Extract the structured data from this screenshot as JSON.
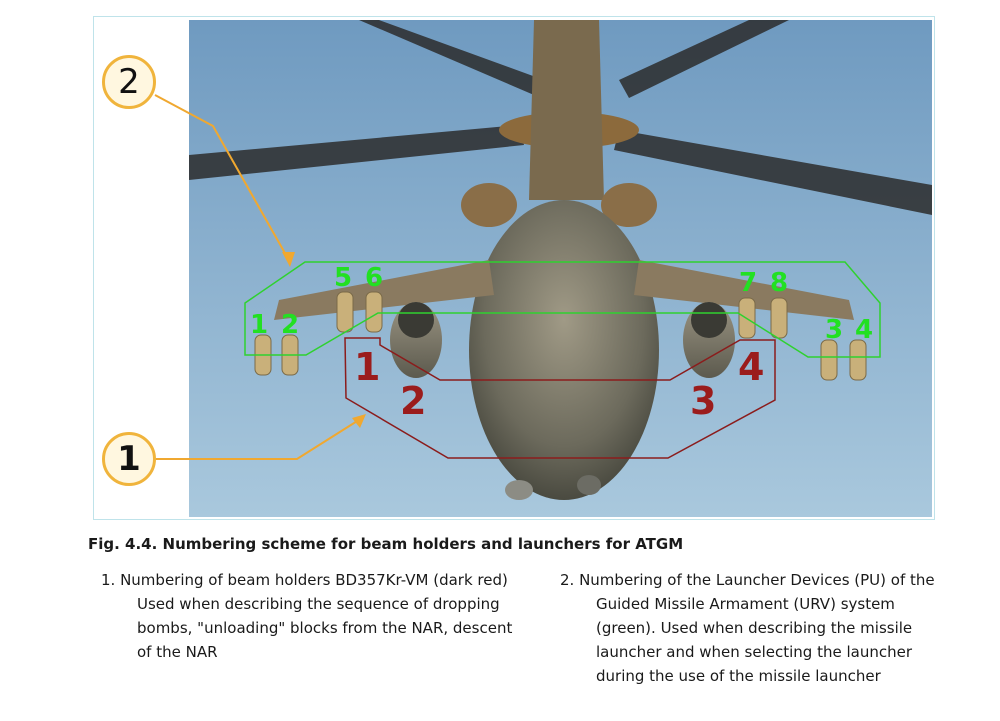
{
  "figure": {
    "callouts": [
      {
        "number": "2"
      },
      {
        "number": "1"
      }
    ],
    "green_labels": [
      "1",
      "2",
      "5",
      "6",
      "7",
      "8",
      "3",
      "4"
    ],
    "red_labels": [
      "1",
      "2",
      "3",
      "4"
    ],
    "colors": {
      "sky": "#7fa8c8",
      "green_outline": "#2fd12f",
      "green_label": "#22e022",
      "red_outline": "#8b1c1c",
      "red_label": "#9b1c1c",
      "callout_border": "#f0b43c",
      "callout_arrow": "#f0a830"
    }
  },
  "caption": "Fig. 4.4. Numbering scheme for beam holders and launchers for ATGM",
  "notes": [
    {
      "head": "1. Numbering of beam holders BD357Kr-VM (dark red)",
      "body": "Used when describing the sequence of dropping bombs, \"unloading\" blocks from the NAR, descent of the NAR"
    },
    {
      "head": "2. Numbering of the Launcher Devices (PU) of the",
      "body": "Guided Missile Armament (URV) system (green). Used when describing the missile launcher and when selecting the launcher during the use of the missile launcher"
    }
  ]
}
